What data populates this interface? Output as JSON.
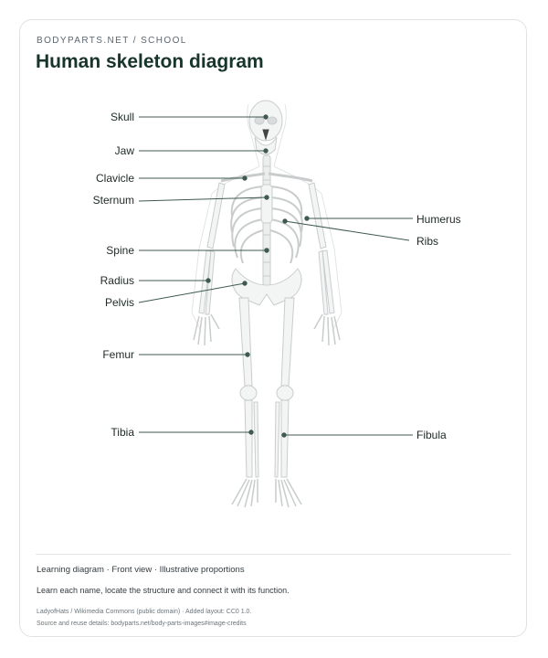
{
  "header": {
    "eyebrow": "BODYPARTS.NET / SCHOOL",
    "title": "Human skeleton diagram"
  },
  "labels": {
    "skull": "Skull",
    "jaw": "Jaw",
    "clavicle": "Clavicle",
    "sternum": "Sternum",
    "spine": "Spine",
    "radius": "Radius",
    "pelvis": "Pelvis",
    "femur": "Femur",
    "tibia": "Tibia",
    "humerus": "Humerus",
    "ribs": "Ribs",
    "fibula": "Fibula"
  },
  "footer": {
    "meta": "Learning diagram · Front view · Illustrative proportions",
    "description": "Learn each name, locate the structure and connect it with its function.",
    "credit": "LadyofHats / Wikimedia Commons (public domain) · Added layout: CC0 1.0.",
    "source": "Source and reuse details: bodyparts.net/body-parts-images#image-credits"
  },
  "colors": {
    "leader": "#3f5a50",
    "bone_outline": "#c9cccd",
    "bone_fill": "#f3f4f4",
    "title": "#18352b"
  }
}
